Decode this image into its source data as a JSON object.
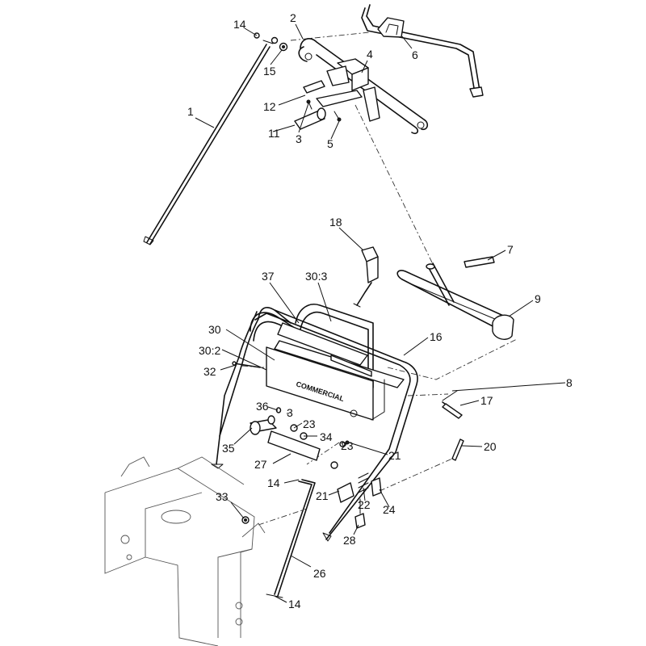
{
  "diagram": {
    "brand_label": "COMMERCIAL",
    "callouts": [
      {
        "id": "c14a",
        "text": "14"
      },
      {
        "id": "c2",
        "text": "2"
      },
      {
        "id": "c15",
        "text": "15"
      },
      {
        "id": "c4",
        "text": "4"
      },
      {
        "id": "c6",
        "text": "6"
      },
      {
        "id": "c1",
        "text": "1"
      },
      {
        "id": "c12",
        "text": "12"
      },
      {
        "id": "c11",
        "text": "11"
      },
      {
        "id": "c3a",
        "text": "3"
      },
      {
        "id": "c5",
        "text": "5"
      },
      {
        "id": "c18",
        "text": "18"
      },
      {
        "id": "c7",
        "text": "7"
      },
      {
        "id": "c37",
        "text": "37"
      },
      {
        "id": "c30_3",
        "text": "30:3"
      },
      {
        "id": "c9",
        "text": "9"
      },
      {
        "id": "c30",
        "text": "30"
      },
      {
        "id": "c16",
        "text": "16"
      },
      {
        "id": "c30_2",
        "text": "30:2"
      },
      {
        "id": "c32",
        "text": "32"
      },
      {
        "id": "c8",
        "text": "8"
      },
      {
        "id": "c17",
        "text": "17"
      },
      {
        "id": "c36",
        "text": "36"
      },
      {
        "id": "c3b",
        "text": "3"
      },
      {
        "id": "c23a",
        "text": "23"
      },
      {
        "id": "c34",
        "text": "34"
      },
      {
        "id": "c35",
        "text": "35"
      },
      {
        "id": "c23b",
        "text": "23"
      },
      {
        "id": "c21a",
        "text": "21"
      },
      {
        "id": "c20",
        "text": "20"
      },
      {
        "id": "c27",
        "text": "27"
      },
      {
        "id": "c14b",
        "text": "14"
      },
      {
        "id": "c21b",
        "text": "21"
      },
      {
        "id": "c22",
        "text": "22"
      },
      {
        "id": "c24",
        "text": "24"
      },
      {
        "id": "c33",
        "text": "33"
      },
      {
        "id": "c28",
        "text": "28"
      },
      {
        "id": "c26",
        "text": "26"
      },
      {
        "id": "c14c",
        "text": "14"
      }
    ]
  }
}
